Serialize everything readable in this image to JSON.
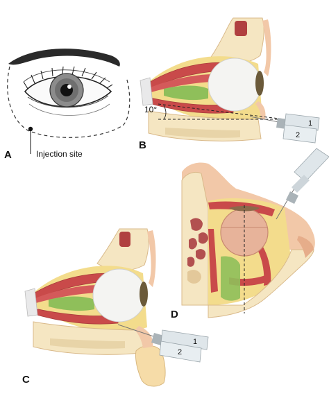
{
  "panels": [
    {
      "letter": "A"
    },
    {
      "letter": "B"
    },
    {
      "letter": "C"
    },
    {
      "letter": "D"
    }
  ],
  "labels": {
    "injection_site": "Injection site",
    "angle": "10°",
    "syringe_b_1": "1",
    "syringe_b_2": "2",
    "syringe_c_1": "1",
    "syringe_c_2": "2"
  },
  "colors": {
    "muscle": "#c94a4a",
    "muscle_dark": "#a63a3a",
    "fat": "#f3dc8c",
    "bone": "#f5e6c2",
    "bone_edge": "#d9b98a",
    "skin": "#f2c8a8",
    "skin_dark": "#e6ad8a",
    "globe": "#f4f4f2",
    "green": "#8fbf5a",
    "syringe": "#dfe6ea"
  }
}
